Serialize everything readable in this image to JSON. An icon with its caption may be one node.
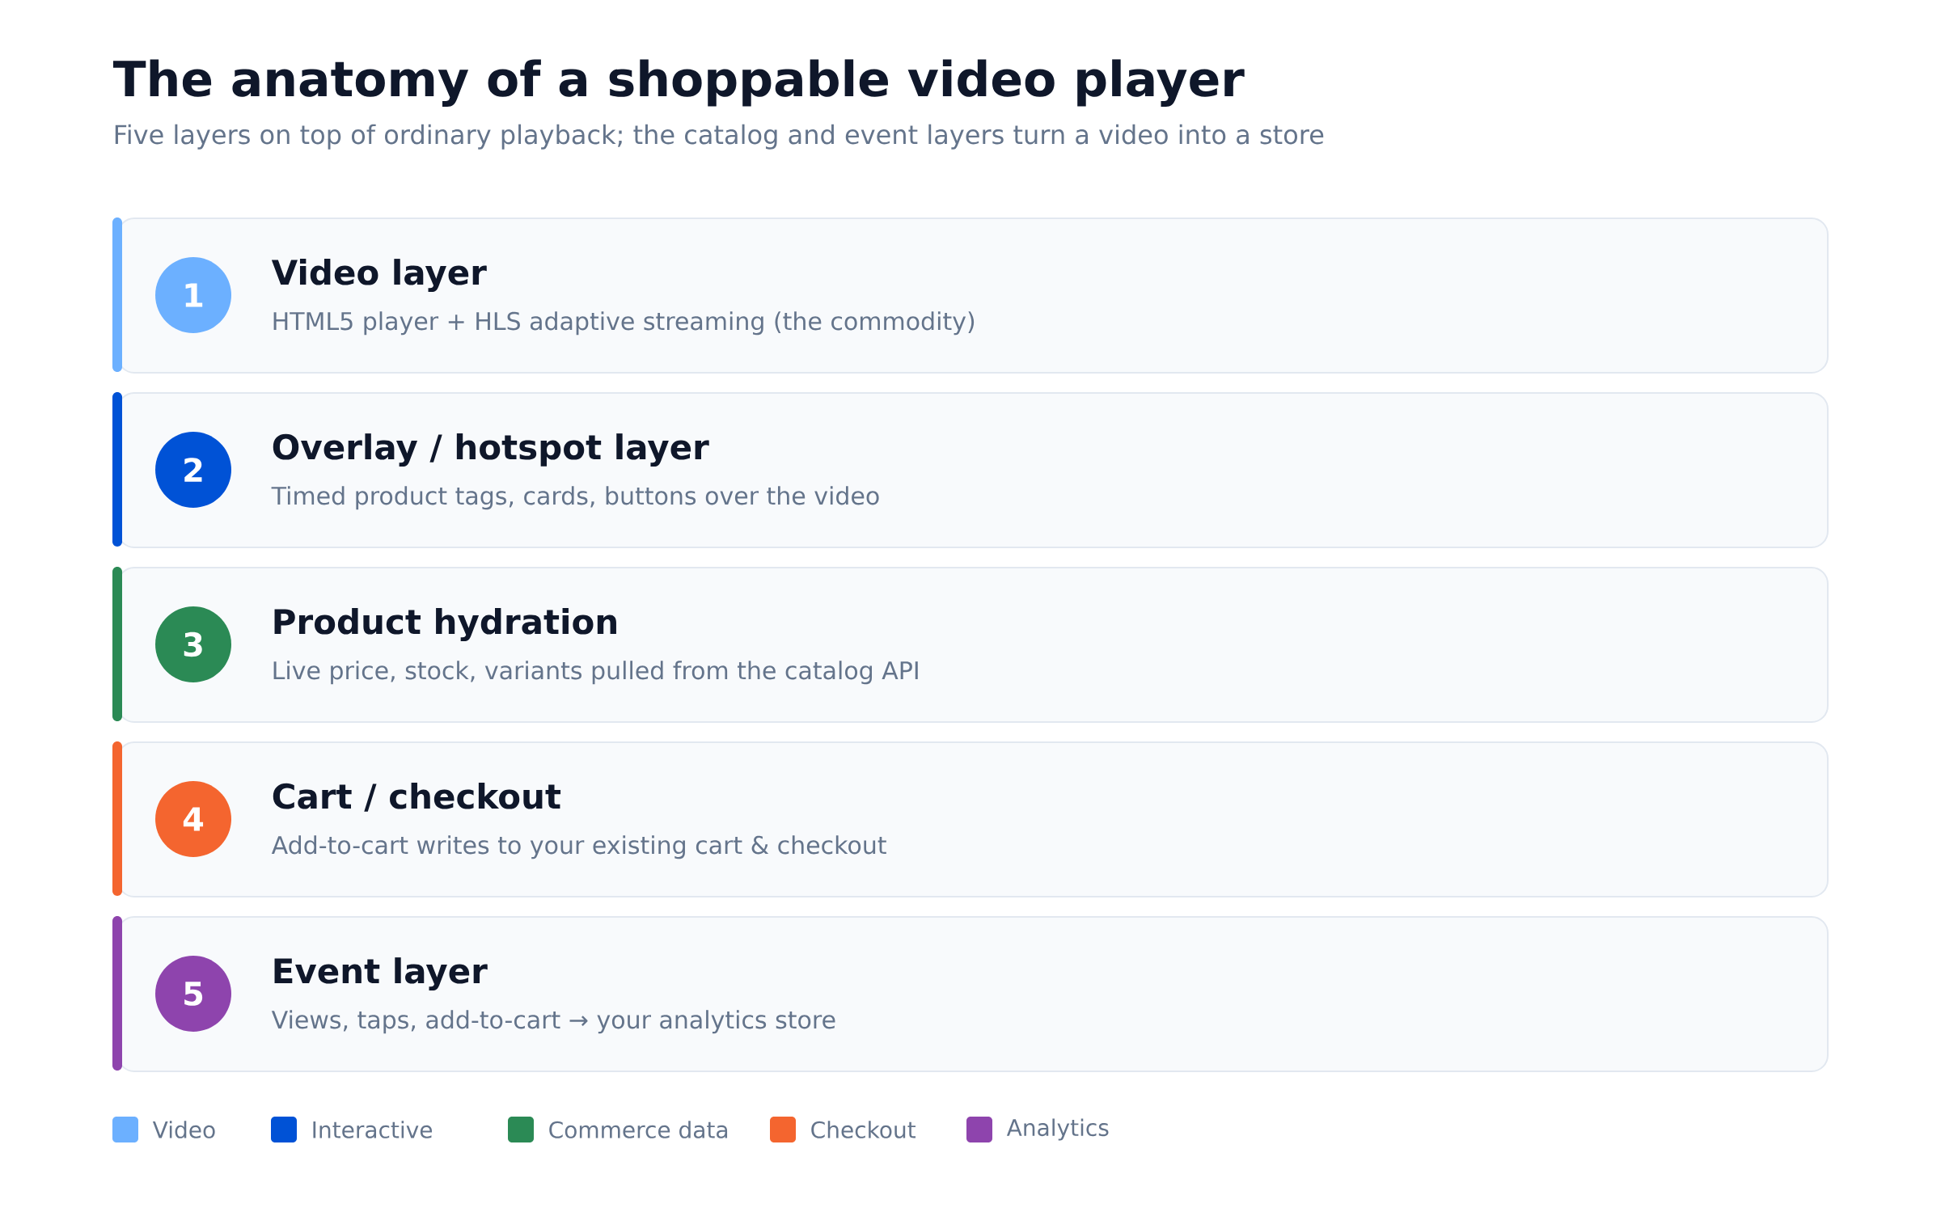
{
  "diagram": {
    "title": "The anatomy of a shoppable video player",
    "labels": [
      "Five layers on top of ordinary playback; the catalog and event layers turn a video into a store"
    ],
    "nodes": [
      {
        "text": [
          "Video layer",
          "HTML5 player + HLS adaptive streaming (the commodity)"
        ]
      },
      {
        "text": [
          "1"
        ],
        "in": 0
      },
      {
        "text": [
          "Overlay / hotspot layer",
          "Timed product tags, cards, buttons over the video"
        ]
      },
      {
        "text": [
          "2"
        ],
        "in": 2
      },
      {
        "text": [
          "Product hydration",
          "Live price, stock, variants pulled from the catalog API"
        ]
      },
      {
        "text": [
          "3"
        ],
        "in": 4
      },
      {
        "text": [
          "Cart / checkout",
          "Add-to-cart writes to your existing cart & checkout"
        ]
      },
      {
        "text": [
          "4"
        ],
        "in": 6
      },
      {
        "text": [
          "Event layer",
          "Views, taps, add-to-cart → your analytics store"
        ]
      },
      {
        "text": [
          "5"
        ],
        "in": 8
      }
    ],
    "legend": [
      {
        "text": "Video",
        "color": "#6cb0ff"
      },
      {
        "text": "Interactive",
        "color": "#0052d6"
      },
      {
        "text": "Commerce data",
        "color": "#2b8a55"
      },
      {
        "text": "Checkout",
        "color": "#f4652f"
      },
      {
        "text": "Analytics",
        "color": "#8e44ad"
      }
    ]
  }
}
